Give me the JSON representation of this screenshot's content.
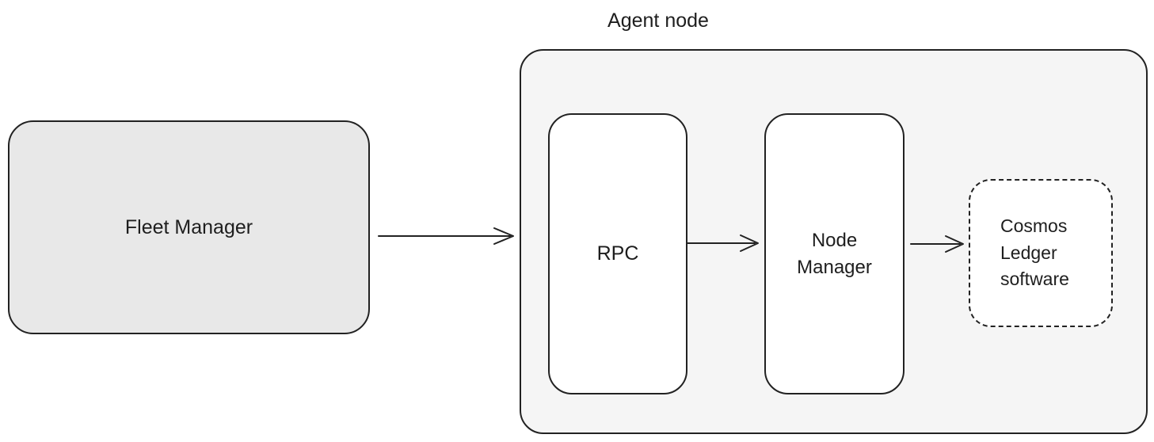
{
  "diagram": {
    "title": "",
    "background_color": "#ffffff",
    "stroke_color": "#222222",
    "text_color": "#1e1e1e",
    "nodes": {
      "fleet_manager": {
        "label": "Fleet Manager",
        "fill": "#e8e8e8",
        "border_style": "solid"
      },
      "agent_node": {
        "label": "Agent node",
        "fill": "#f5f5f5",
        "border_style": "solid",
        "is_container": true
      },
      "rpc": {
        "label": "RPC",
        "fill": "#ffffff",
        "border_style": "solid",
        "parent": "agent_node"
      },
      "node_manager": {
        "label": "Node Manager",
        "fill": "#ffffff",
        "border_style": "solid",
        "parent": "agent_node"
      },
      "cosmos_ledger": {
        "label": "Cosmos Ledger software",
        "fill": "#ffffff",
        "border_style": "dashed",
        "parent": "agent_node"
      }
    },
    "edges": [
      {
        "from": "fleet_manager",
        "to": "agent_node",
        "style": "open-arrow"
      },
      {
        "from": "rpc",
        "to": "node_manager",
        "style": "open-arrow"
      },
      {
        "from": "node_manager",
        "to": "cosmos_ledger",
        "style": "open-arrow"
      }
    ]
  }
}
